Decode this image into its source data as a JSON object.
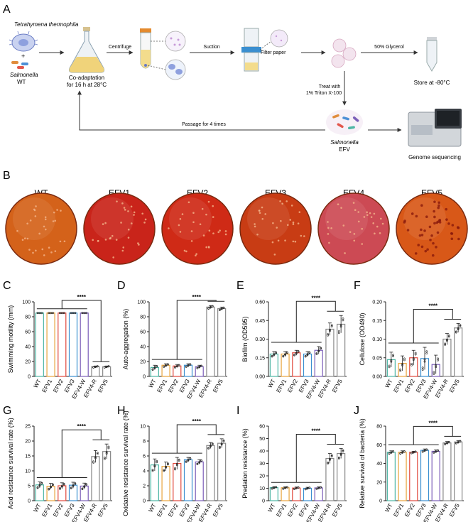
{
  "panel_letters": [
    "A",
    "B",
    "C",
    "D",
    "E",
    "F",
    "G",
    "H",
    "I",
    "J"
  ],
  "workflow": {
    "organism_1": "Tetrahymena thermophila",
    "plus": "+",
    "organism_2": "Salmonella",
    "organism_2_strain": "WT",
    "coadapt_line1": "Co-adaptation",
    "coadapt_line2": "for 16 h at 28°C",
    "step_centrifuge": "Centrifuge",
    "step_suction": "Suction",
    "filter_paper": "Filter paper",
    "glycerol": "50% Glycerol",
    "store": "Store at -80°C",
    "treat_line1": "Treat with",
    "treat_line2": "1% Triton X-100",
    "passage": "Passage for 4 times",
    "efv_name": "Salmonella",
    "efv_strain": "EFV",
    "genome": "Genome sequencing"
  },
  "plates": {
    "labels": [
      "WT",
      "EFV1",
      "EFV2",
      "EFV3",
      "EFV4",
      "EFV5"
    ],
    "colors": [
      "#d4621a",
      "#c9241a",
      "#cf2a16",
      "#c83c14",
      "#cc4a54",
      "#d85818"
    ]
  },
  "significance": "****",
  "chart_data": [
    {
      "panel": "C",
      "type": "bar",
      "ylabel": "Swimming motility (mm)",
      "categories": [
        "WT",
        "EFV1",
        "EFV2",
        "EFV3",
        "EFV4-W",
        "EFV4-R",
        "EFV5"
      ],
      "values": [
        85,
        85,
        85,
        85,
        85,
        13,
        13
      ],
      "errors": [
        0,
        0,
        0,
        0,
        0,
        1,
        1
      ],
      "ylim": [
        0,
        100
      ],
      "yticks": [
        "0",
        "20",
        "40",
        "60",
        "80",
        "100"
      ],
      "colors": [
        "#4db6a4",
        "#e8a33d",
        "#e0483c",
        "#3b8fd0",
        "#7b5fb8",
        "#888888",
        "#888888"
      ]
    },
    {
      "panel": "D",
      "type": "bar",
      "ylabel": "Auto-aggregation (%)",
      "categories": [
        "WT",
        "EFV1",
        "EFV2",
        "EFV3",
        "EFV4-W",
        "EFV4-R",
        "EFV5"
      ],
      "values": [
        12,
        15,
        14,
        15,
        13,
        93,
        91
      ],
      "errors": [
        3,
        2,
        2,
        2,
        2,
        2,
        2
      ],
      "ylim": [
        0,
        100
      ],
      "yticks": [
        "0",
        "20",
        "40",
        "60",
        "80",
        "100"
      ],
      "colors": [
        "#4db6a4",
        "#e8a33d",
        "#e0483c",
        "#3b8fd0",
        "#7b5fb8",
        "#888888",
        "#888888"
      ]
    },
    {
      "panel": "E",
      "type": "bar",
      "ylabel": "Biofilm (OD595)",
      "categories": [
        "WT",
        "EFV1",
        "EFV2",
        "EFV3",
        "EFV4-W",
        "EFV4-R",
        "EFV5"
      ],
      "values": [
        0.18,
        0.18,
        0.19,
        0.18,
        0.21,
        0.38,
        0.42
      ],
      "errors": [
        0.02,
        0.02,
        0.02,
        0.02,
        0.03,
        0.05,
        0.07
      ],
      "ylim": [
        0,
        0.6
      ],
      "yticks": [
        "0.00",
        "0.15",
        "0.30",
        "0.45",
        "0.60"
      ],
      "colors": [
        "#4db6a4",
        "#e8a33d",
        "#e0483c",
        "#3b8fd0",
        "#7b5fb8",
        "#888888",
        "#888888"
      ]
    },
    {
      "panel": "F",
      "type": "bar",
      "ylabel": "Cellulose (OD490)",
      "categories": [
        "WT",
        "EFV1",
        "EFV2",
        "EFV3",
        "EFV4-W",
        "EFV4-R",
        "EFV5"
      ],
      "values": [
        0.045,
        0.035,
        0.05,
        0.048,
        0.032,
        0.1,
        0.13
      ],
      "errors": [
        0.02,
        0.02,
        0.02,
        0.03,
        0.025,
        0.015,
        0.012
      ],
      "ylim": [
        0,
        0.2
      ],
      "yticks": [
        "0.00",
        "0.05",
        "0.10",
        "0.15",
        "0.20"
      ],
      "colors": [
        "#4db6a4",
        "#e8a33d",
        "#e0483c",
        "#3b8fd0",
        "#7b5fb8",
        "#888888",
        "#888888"
      ]
    },
    {
      "panel": "G",
      "type": "bar",
      "ylabel": "Acid resistance survival rate (%)",
      "categories": [
        "WT",
        "EFV1",
        "EFV2",
        "EFV3",
        "EFV4-W",
        "EFV4-R",
        "EFV5"
      ],
      "values": [
        5.3,
        4.8,
        5.0,
        5.2,
        4.9,
        14.8,
        16.5
      ],
      "errors": [
        1,
        1,
        1,
        1,
        1,
        2,
        2.5
      ],
      "ylim": [
        0,
        25
      ],
      "yticks": [
        "0",
        "5",
        "10",
        "15",
        "20",
        "25"
      ],
      "colors": [
        "#4db6a4",
        "#e8a33d",
        "#e0483c",
        "#3b8fd0",
        "#7b5fb8",
        "#888888",
        "#888888"
      ]
    },
    {
      "panel": "H",
      "type": "bar",
      "ylabel": "Oxidative resistance survival rate (%)",
      "categories": [
        "WT",
        "EFV1",
        "EFV2",
        "EFV3",
        "EFV4-W",
        "EFV4-R",
        "EFV5"
      ],
      "values": [
        4.8,
        4.6,
        5.0,
        5.5,
        5.2,
        7.4,
        7.7
      ],
      "errors": [
        0.8,
        0.6,
        0.8,
        0.3,
        0.3,
        0.4,
        0.6
      ],
      "ylim": [
        0,
        10
      ],
      "yticks": [
        "0",
        "2",
        "4",
        "6",
        "8",
        "10"
      ],
      "colors": [
        "#4db6a4",
        "#e8a33d",
        "#e0483c",
        "#3b8fd0",
        "#7b5fb8",
        "#888888",
        "#888888"
      ]
    },
    {
      "panel": "I",
      "type": "bar",
      "ylabel": "Predation resistance (%)",
      "categories": [
        "WT",
        "EFV1",
        "EFV2",
        "EFV3",
        "EFV4-W",
        "EFV4-R",
        "EFV5"
      ],
      "values": [
        10.5,
        10.4,
        10.2,
        10.0,
        10.3,
        34,
        38
      ],
      "errors": [
        0.8,
        0.8,
        0.8,
        0.8,
        0.8,
        4,
        4
      ],
      "ylim": [
        0,
        60
      ],
      "yticks": [
        "0",
        "10",
        "20",
        "30",
        "40",
        "50",
        "60"
      ],
      "colors": [
        "#4db6a4",
        "#e8a33d",
        "#e0483c",
        "#3b8fd0",
        "#7b5fb8",
        "#888888",
        "#888888"
      ]
    },
    {
      "panel": "J",
      "type": "bar",
      "ylabel": "Relative survival of bacteria (%)",
      "categories": [
        "WT",
        "EFV1",
        "EFV2",
        "EFV3",
        "EFV4-W",
        "EFV4-R",
        "EFV5"
      ],
      "values": [
        52,
        52,
        52,
        54,
        53,
        62,
        63
      ],
      "errors": [
        1.5,
        1.5,
        1,
        1.5,
        1.5,
        1.5,
        1.5
      ],
      "ylim": [
        0,
        80
      ],
      "yticks": [
        "0",
        "20",
        "40",
        "60",
        "80"
      ],
      "colors": [
        "#4db6a4",
        "#e8a33d",
        "#e0483c",
        "#3b8fd0",
        "#7b5fb8",
        "#888888",
        "#888888"
      ]
    }
  ]
}
